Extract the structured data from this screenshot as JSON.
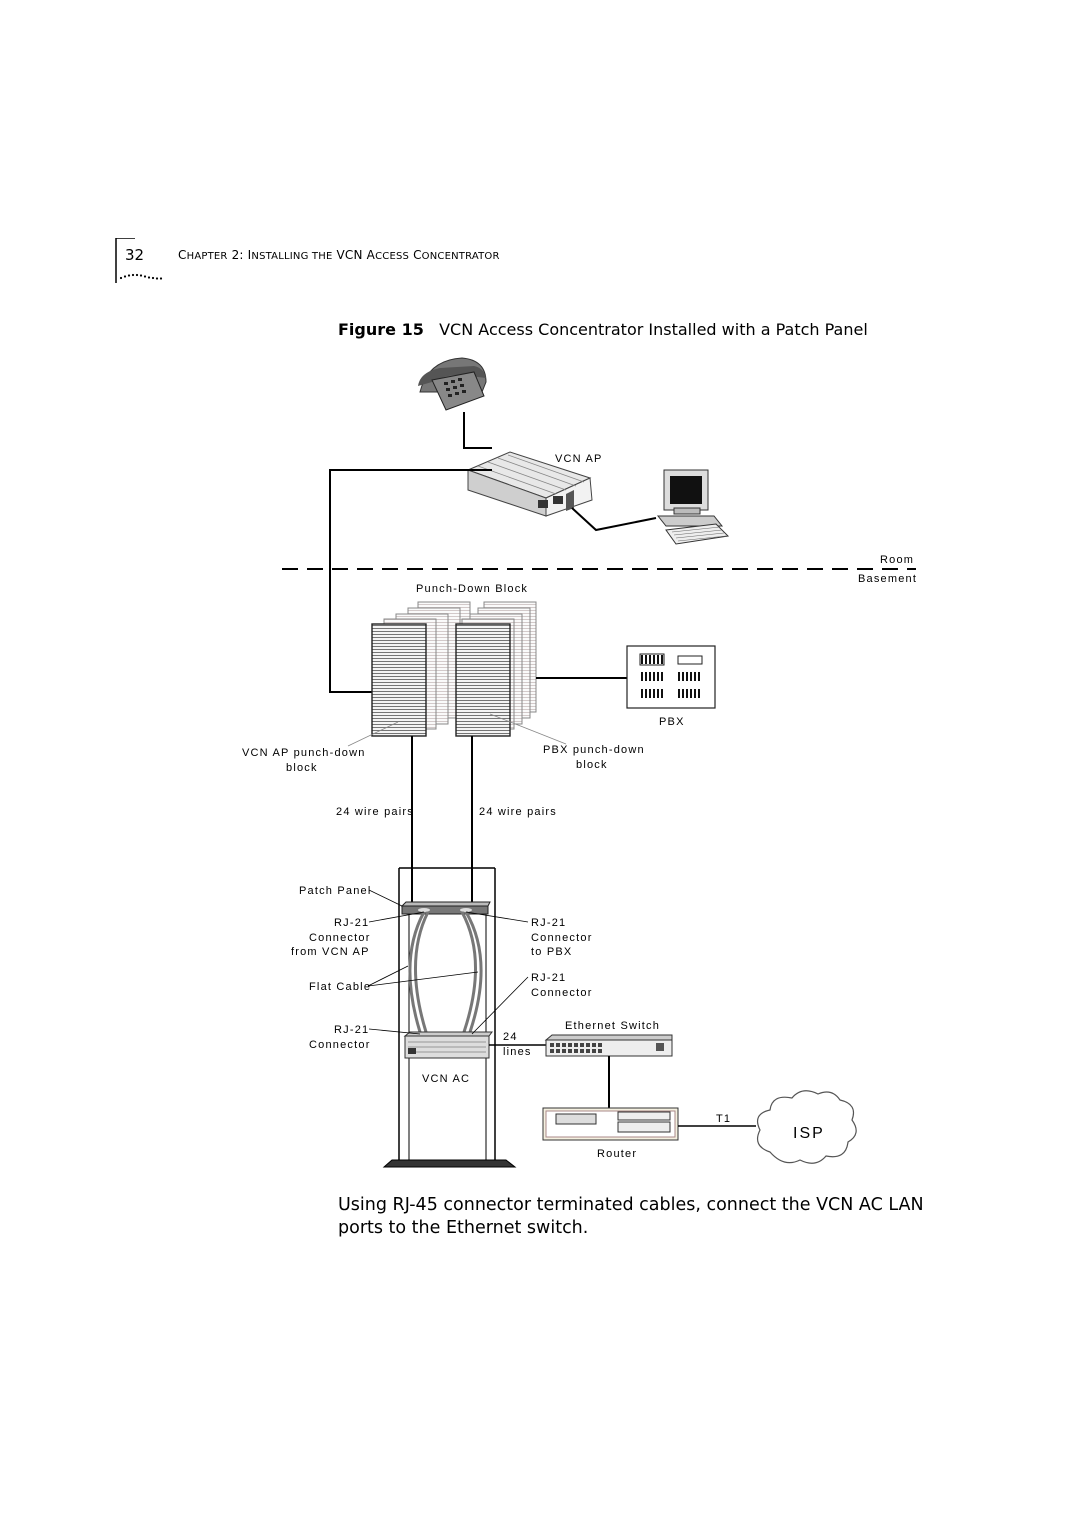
{
  "page": {
    "number": "32",
    "header": {
      "c1": "C",
      "c2": "HAPTER",
      "c3": " 2: I",
      "c4": "NSTALLING THE",
      "c5": " VCN A",
      "c6": "CCESS",
      "c7": " C",
      "c8": "ONCENTRATOR"
    },
    "figure_label": "Figure 15",
    "figure_title": "VCN Access Concentrator Installed with a Patch Panel",
    "body_text": "Using RJ-45 connector terminated cables, connect the VCN AC LAN ports to the Ethernet switch."
  },
  "diagram": {
    "vcn_ap": "VCN AP",
    "room": "Room",
    "basement": "Basement",
    "punch_down_block": "Punch-Down Block",
    "pbx": "PBX",
    "vcn_ap_punchdown_1": "VCN AP punch-down",
    "vcn_ap_punchdown_2": "block",
    "pbx_punchdown_1": "PBX punch-down",
    "pbx_punchdown_2": "block",
    "wire_pairs_left": "24 wire pairs",
    "wire_pairs_right": "24 wire pairs",
    "patch_panel": "Patch Panel",
    "rj21_from_ap_1": "RJ-21",
    "rj21_from_ap_2": "Connector",
    "rj21_from_ap_3": "from VCN AP",
    "rj21_to_pbx_1": "RJ-21",
    "rj21_to_pbx_2": "Connector",
    "rj21_to_pbx_3": "to PBX",
    "flat_cable": "Flat Cable",
    "rj21_right_1": "RJ-21",
    "rj21_right_2": "Connector",
    "rj21_left_1": "RJ-21",
    "rj21_left_2": "Connector",
    "lines_1": "24",
    "lines_2": "lines",
    "ethernet_switch": "Ethernet Switch",
    "vcn_ac": "VCN AC",
    "t1": "T1",
    "isp": "ISP",
    "router": "Router"
  }
}
